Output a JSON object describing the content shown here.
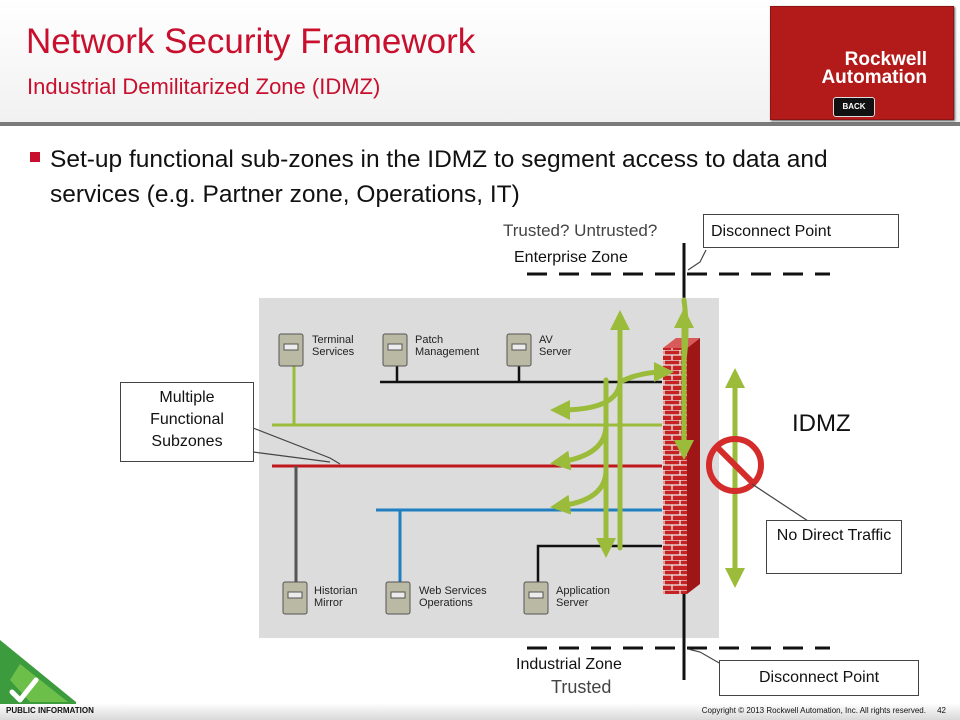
{
  "header": {
    "title": "Network Security Framework",
    "subtitle": "Industrial Demilitarized Zone (IDMZ)"
  },
  "logo": {
    "line1": "Rockwell",
    "line2": "Automation",
    "back_label": "BACK"
  },
  "bullet": {
    "text": "Set-up functional sub-zones in the IDMZ to segment access to data and services (e.g. Partner zone, Operations, IT)"
  },
  "diagram": {
    "trust_top": "Trusted? Untrusted?",
    "enterprise_zone": "Enterprise Zone",
    "industrial_zone": "Industrial Zone",
    "trusted_bottom": "Trusted",
    "idmz_label": "IDMZ",
    "callouts": {
      "disconnect_top": "Disconnect Point",
      "disconnect_bottom": "Disconnect Point",
      "multiple_subzones": "Multiple Functional Subzones",
      "no_direct_traffic": "No Direct Traffic"
    },
    "servers": {
      "terminal": "Terminal Services",
      "patch": "Patch Management",
      "av": "AV Server",
      "historian": "Historian Mirror",
      "webservices": "Web Services Operations",
      "application": "Application Server"
    },
    "colors": {
      "green_line": "#9bbb3a",
      "red_line": "#c0171d",
      "blue_line": "#1f7fc0",
      "firewall": "#c52323",
      "panel": "#dcdcdc",
      "no_sign": "#d42b2b"
    }
  },
  "footer": {
    "classification": "PUBLIC INFORMATION",
    "copyright": "Copyright © 2013 Rockwell Automation, Inc. All rights reserved.",
    "page": "42"
  }
}
